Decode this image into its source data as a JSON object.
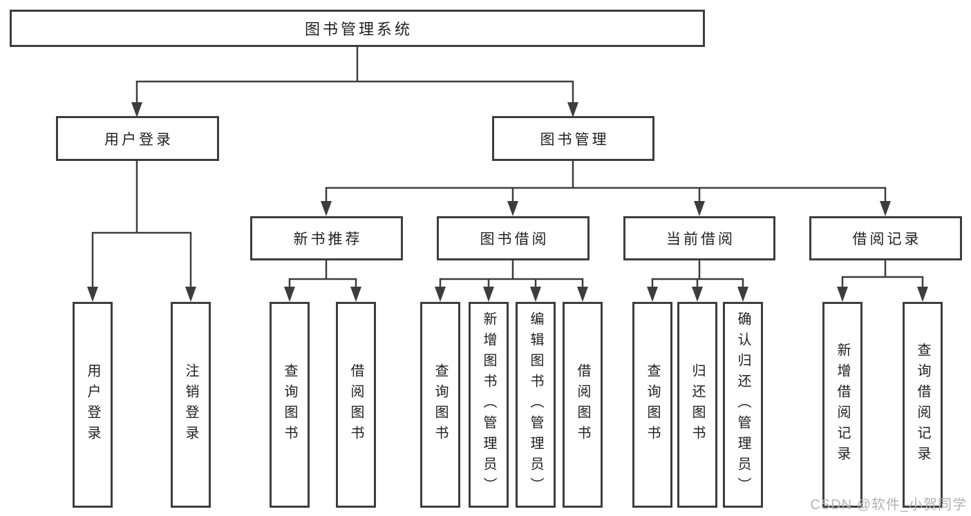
{
  "diagram": {
    "colors": {
      "line": "#3d3d3d",
      "text": "#1f1f1f",
      "background": "#ffffff",
      "watermark": "#b3b3b3"
    },
    "tree": {
      "label": "图书管理系统",
      "children": [
        {
          "label": "用户登录",
          "children": [
            {
              "label": "用户登录"
            },
            {
              "label": "注销登录"
            }
          ]
        },
        {
          "label": "图书管理",
          "children": [
            {
              "label": "新书推荐",
              "children": [
                {
                  "label": "查询图书"
                },
                {
                  "label": "借阅图书"
                }
              ]
            },
            {
              "label": "图书借阅",
              "children": [
                {
                  "label": "查询图书"
                },
                {
                  "label": "新增图书（管理员）"
                },
                {
                  "label": "编辑图书（管理员）"
                },
                {
                  "label": "借阅图书"
                }
              ]
            },
            {
              "label": "当前借阅",
              "children": [
                {
                  "label": "查询图书"
                },
                {
                  "label": "归还图书"
                },
                {
                  "label": "确认归还（管理员）"
                }
              ]
            },
            {
              "label": "借阅记录",
              "children": [
                {
                  "label": "新增借阅记录"
                },
                {
                  "label": "查询借阅记录"
                }
              ]
            }
          ]
        }
      ]
    },
    "watermark": {
      "text": "CSDN @软件_小贺同学"
    }
  }
}
